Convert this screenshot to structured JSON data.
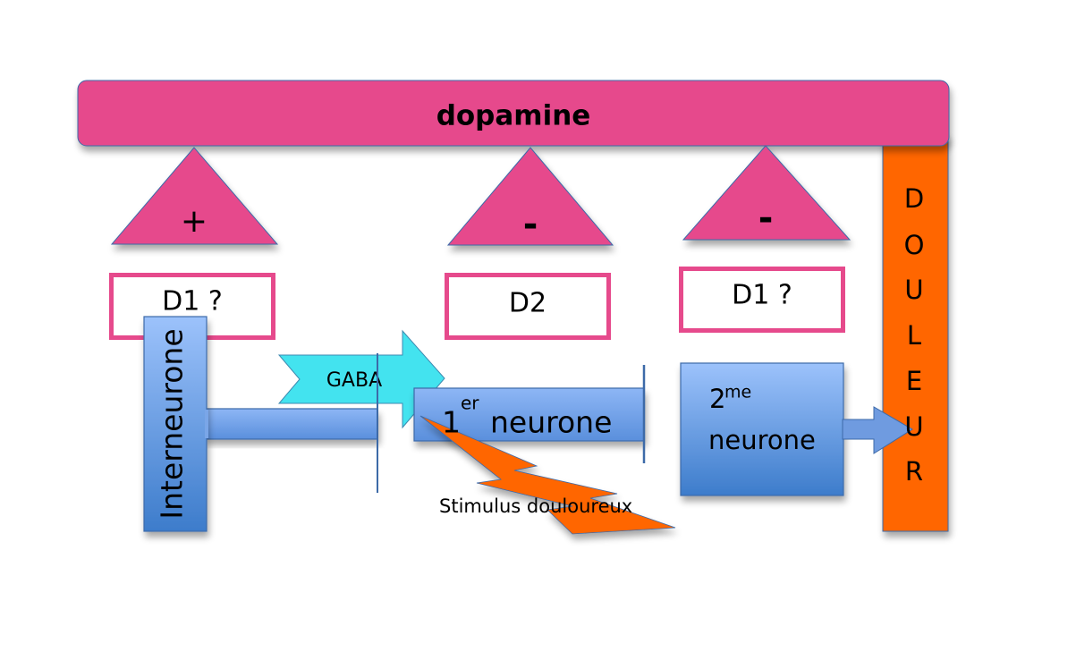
{
  "title": "dopamine",
  "colors": {
    "dopamine": "#e64a8c",
    "receptor_border": "#e64a8c",
    "neuron_top": "#9cc2fb",
    "neuron_bottom": "#3d7ccb",
    "gaba": "#39e2ee",
    "pain": "#ff6600",
    "outline": "#3d6aa8"
  },
  "receptors": [
    {
      "sign": "+",
      "label": "D1 ?"
    },
    {
      "sign": "-",
      "label": "D2"
    },
    {
      "sign": "-",
      "label": "D1 ?"
    }
  ],
  "interneuron": {
    "label": "Interneurone"
  },
  "gaba": {
    "label": "GABA"
  },
  "first_neuron": {
    "num": "1",
    "sup": "er",
    "label": "neurone"
  },
  "second_neuron": {
    "num": "2",
    "sup": "me",
    "label": "neurone"
  },
  "stimulus": {
    "label": "Stimulus douloureux"
  },
  "pain_bar": {
    "letters": [
      "D",
      "O",
      "U",
      "L",
      "E",
      "U",
      "R"
    ]
  }
}
